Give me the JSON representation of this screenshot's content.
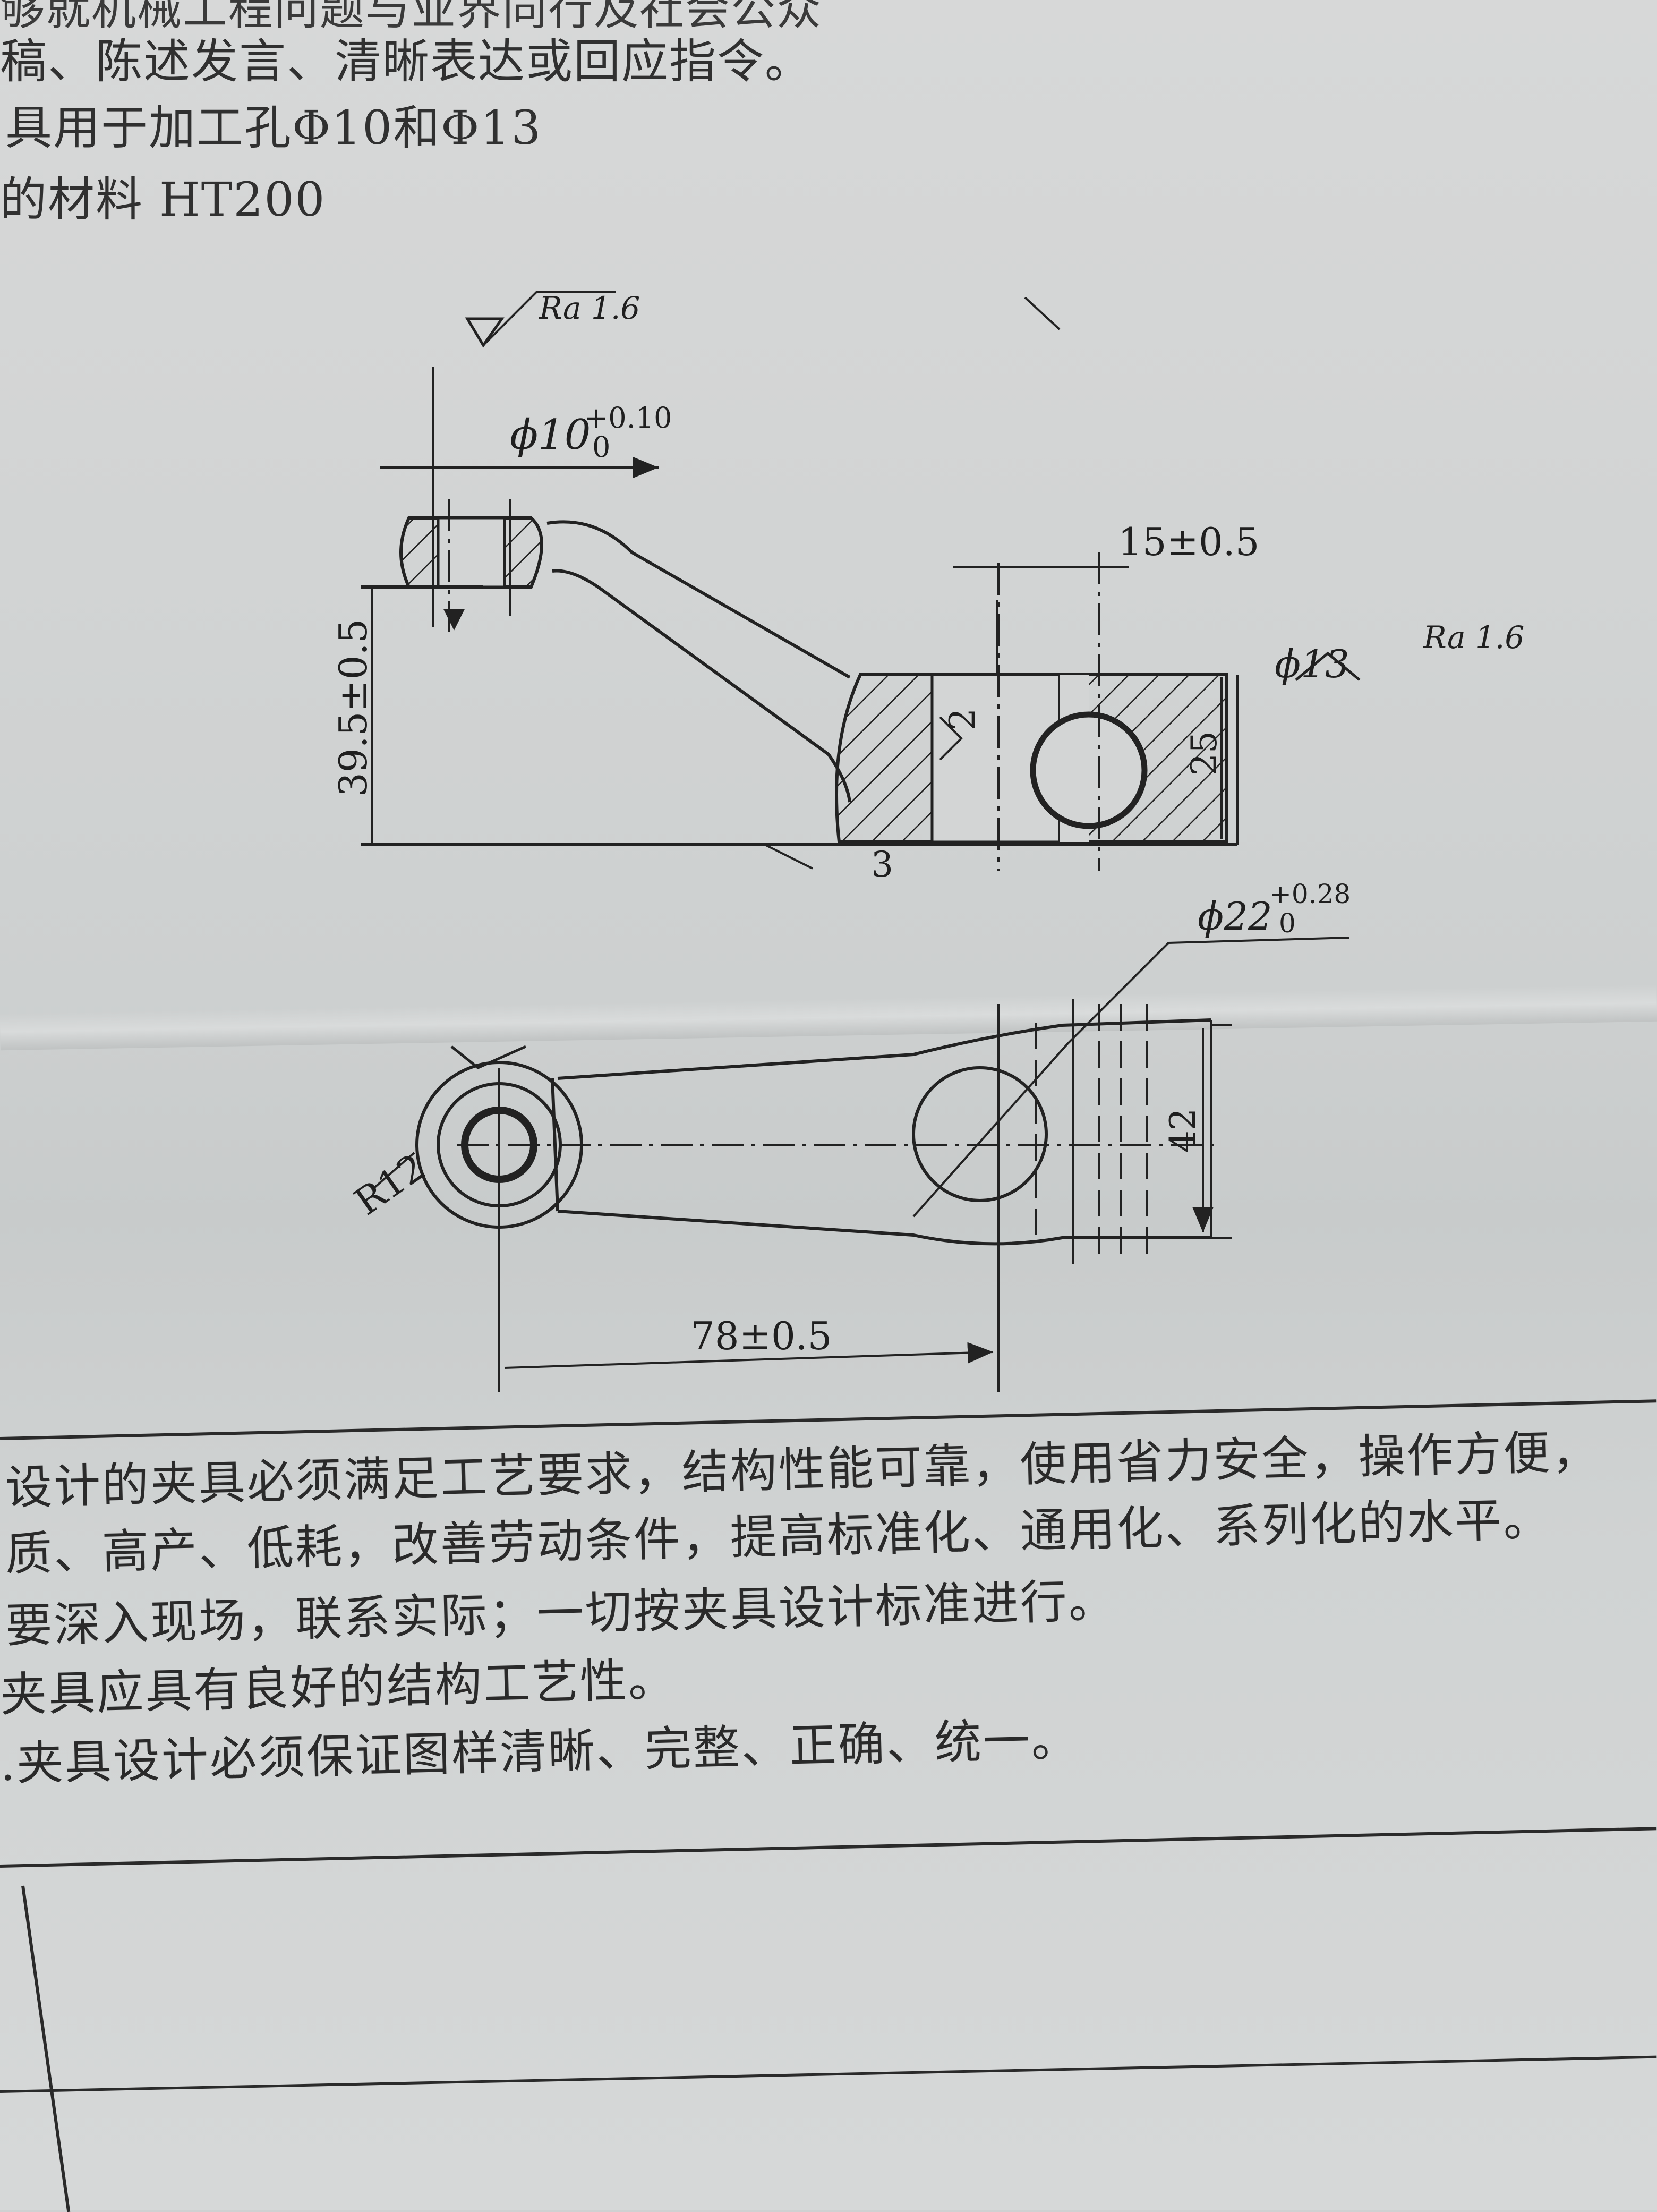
{
  "header_lines": [
    "够就机械工程问题与业界同行及社会公众",
    "稿、陈述发言、清晰表达或回应指令。",
    "具用于加工孔Φ10和Φ13",
    "的材料 HT200"
  ],
  "drawing": {
    "ra_top": "Ra 1.6",
    "dia10": "ϕ10",
    "dia10_tol_upper": "+0.10",
    "dia10_tol_lower": "0",
    "dim_15": "15±0.5",
    "dia13": "ϕ13",
    "ra_right": "Ra 1.6",
    "dim_395": "39.5±0.5",
    "dim_2": "2",
    "dim_25": "25",
    "dim_3": "3",
    "dia22": "ϕ22",
    "dia22_tol_upper": "+0.28",
    "dia22_tol_lower": "0",
    "dim_42": "42",
    "r12": "R12",
    "dim_78": "78±0.5"
  },
  "requirements": [
    "设计的夹具必须满足工艺要求，结构性能可靠，使用省力安全，操作方便，",
    "质、高产、低耗，改善劳动条件，提高标准化、通用化、系列化的水平。",
    "要深入现场，联系实际；一切按夹具设计标准进行。",
    "夹具应具有良好的结构工艺性。",
    ".夹具设计必须保证图样清晰、完整、正确、统一。"
  ]
}
